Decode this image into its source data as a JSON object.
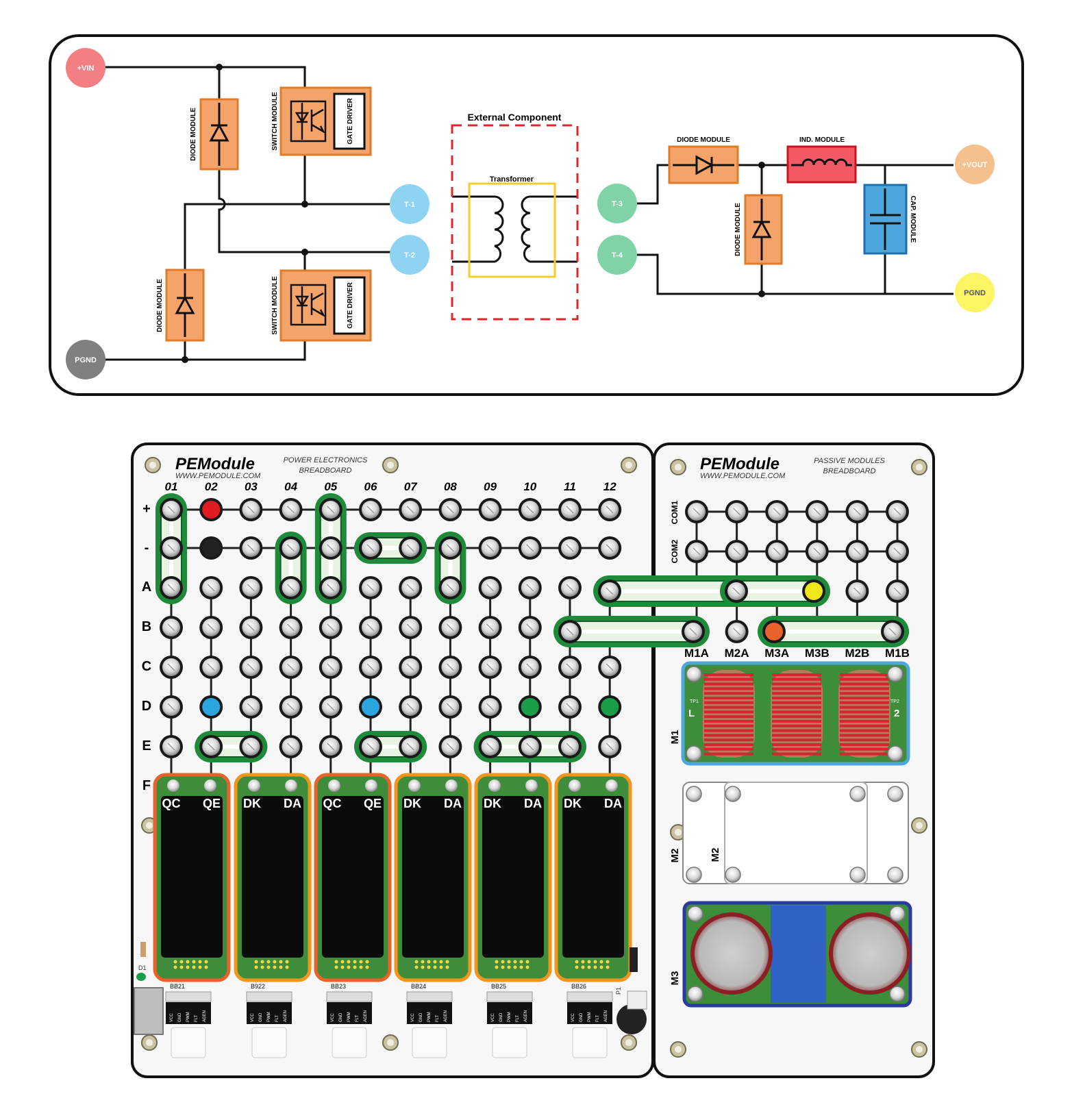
{
  "schematic": {
    "terminals": {
      "vin": "+VIN",
      "pgnd_left": "PGND",
      "t1": "T-1",
      "t2": "T-2",
      "t3": "T-3",
      "t4": "T-4",
      "vout": "+VOUT",
      "pgnd_right": "PGND"
    },
    "modules": {
      "diode_upper_left": "DIODE MODULE",
      "diode_lower_left": "DIODE MODULE",
      "switch_upper": "SWITCH MODULE",
      "switch_lower": "SWITCH MODULE",
      "gate_driver_upper": "GATE DRIVER",
      "gate_driver_lower": "GATE DRIVER",
      "diode_output_series": "DIODE MODULE",
      "diode_output_shunt": "DIODE MODULE",
      "inductor": "IND. MODULE",
      "capacitor": "CAP. MODULE"
    },
    "external_component": "External Component",
    "transformer": "Transformer"
  },
  "breadboard_left": {
    "brand": "PEModule",
    "url": "WWW.PEMODULE.COM",
    "subtitle_line1": "POWER ELECTRONICS",
    "subtitle_line2": "BREADBOARD",
    "columns": [
      "01",
      "02",
      "03",
      "04",
      "05",
      "06",
      "07",
      "08",
      "09",
      "10",
      "11",
      "12"
    ],
    "rows": [
      "+",
      "-",
      "A",
      "B",
      "C",
      "D",
      "E",
      "F"
    ],
    "slots": [
      {
        "left": "QC",
        "right": "QE"
      },
      {
        "left": "DK",
        "right": "DA"
      },
      {
        "left": "QC",
        "right": "QE"
      },
      {
        "left": "DK",
        "right": "DA"
      },
      {
        "left": "DK",
        "right": "DA"
      },
      {
        "left": "DK",
        "right": "DA"
      }
    ],
    "connectors": [
      "BB21",
      "B922",
      "BB23",
      "BB24",
      "BB25",
      "BB26"
    ],
    "connector_pins": [
      "VCC",
      "GND",
      "PWM",
      "FLT",
      "AGEN"
    ],
    "side_labels": {
      "d1": "D1",
      "p1": "P1"
    }
  },
  "breadboard_right": {
    "brand": "PEModule",
    "url": "WWW.PEMODULE.COM",
    "subtitle_line1": "PASSIVE MODULES",
    "subtitle_line2": "BREADBOARD",
    "com_rows": [
      "COM1",
      "COM2"
    ],
    "module_columns": [
      "M1A",
      "M2A",
      "M3A",
      "M3B",
      "M2B",
      "M1B"
    ],
    "module_labels": {
      "m1": "M1",
      "m2": "M2",
      "m2_inner": "M2",
      "m3": "M3"
    },
    "m1_marks": {
      "tp1": "TP1",
      "tp2": "TP2",
      "l": "L",
      "l2": "2"
    }
  },
  "colors": {
    "vin": "#f47f83",
    "pgnd": "#808080",
    "t_blue": "#8fd3f2",
    "t_green": "#7fd3a6",
    "vout": "#f3c08e",
    "pgnd_right": "#fbf563",
    "module_orange": "#f4a46b",
    "inductor_red": "#ef3d4a",
    "cap_blue": "#4ea7dc",
    "dashed_red": "#e0262a",
    "transformer_yellow": "#f5cc2b",
    "strap_green": "#1f8a3a",
    "pin_red": "#e01b24",
    "pin_black": "#222222",
    "pin_blue": "#2ba5e0",
    "pin_green": "#1b9e4a",
    "pin_yellow": "#f0e71b",
    "pin_orange": "#e8632b"
  }
}
